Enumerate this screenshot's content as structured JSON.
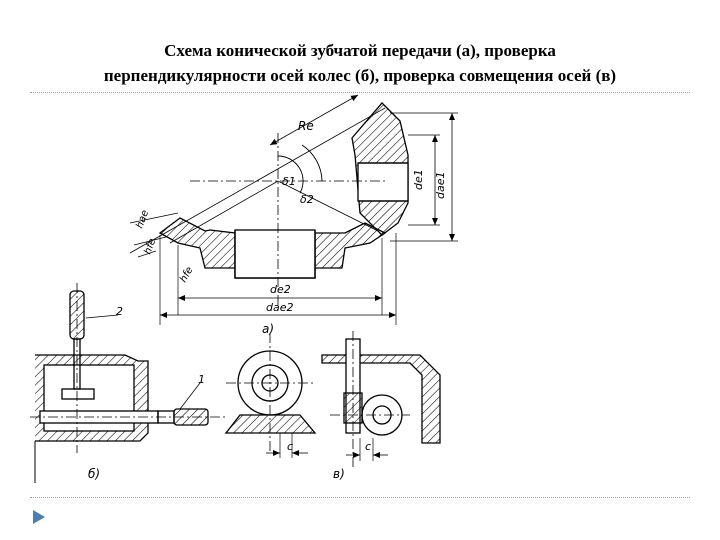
{
  "slide": {
    "title_line1": "Схема конической зубчатой передачи (а), проверка",
    "title_line2": "перпендикулярности осей колес (б), проверка совмещения осей (в)"
  },
  "figure": {
    "labels": {
      "Re": "Re",
      "de1": "de1",
      "dae1": "dae1",
      "delta1": "δ1",
      "delta2": "δ2",
      "hae": "hae",
      "hfe_left": "hfe",
      "hfe_bottom": "hfe",
      "de2": "de2",
      "dae2": "dae2",
      "a": "а)",
      "part2": "2",
      "part1": "1",
      "c_mid": "c",
      "c_right": "c",
      "b": "б)",
      "v": "в)"
    }
  },
  "colors": {
    "ink": "#000000",
    "rule": "#9a9a9a",
    "nav": "#4a7fb0"
  },
  "icons": {
    "nav": "triangle-right-icon"
  }
}
